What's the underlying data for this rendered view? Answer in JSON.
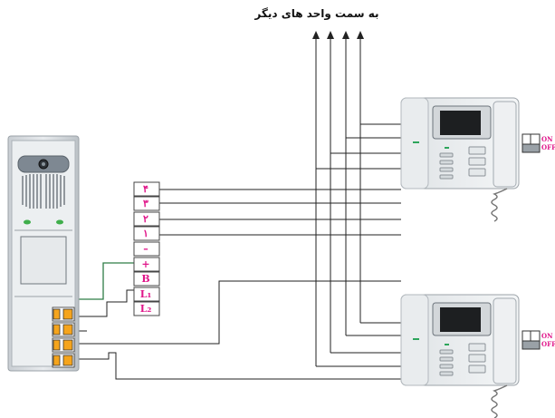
{
  "heading": "به سمت واحد های دیگر",
  "terminals": [
    "۴",
    "۳",
    "۲",
    "۱",
    "–",
    "+",
    "B",
    "L₁",
    "L₂"
  ],
  "switches": [
    {
      "on": "ON",
      "off": "OFF"
    },
    {
      "on": "ON",
      "off": "OFF"
    }
  ],
  "colors": {
    "terminal_text": "#e0168a",
    "wire": "#222222",
    "green_wire": "#2e7d46",
    "relay_orange": "#f5a41c"
  }
}
